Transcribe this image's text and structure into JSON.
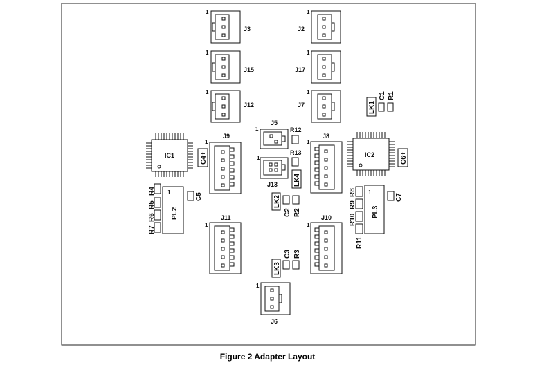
{
  "caption": "Figure 2 Adapter Layout",
  "pin1_marker": "1",
  "labels": {
    "J3": "J3",
    "J2": "J2",
    "J15": "J15",
    "J17": "J17",
    "J12": "J12",
    "J7": "J7",
    "J5": "J5",
    "J8": "J8",
    "J9": "J9",
    "J13": "J13",
    "J11": "J11",
    "J10": "J10",
    "J6": "J6",
    "IC1": "IC1",
    "IC2": "IC2",
    "PL2": "PL2",
    "PL3": "PL3",
    "C1": "C1",
    "R1": "R1",
    "LK1": "LK1",
    "R12": "R12",
    "R13": "R13",
    "LK4": "LK4",
    "C4": "C4+",
    "C6": "C6+",
    "R4": "R4",
    "R5": "R5",
    "R6": "R6",
    "R7": "R7",
    "C5": "C5",
    "R8": "R8",
    "R9": "R9",
    "R10": "R10",
    "R11": "R11",
    "C7": "C7",
    "LK2": "LK2",
    "C2": "C2",
    "R2": "R2",
    "LK3": "LK3",
    "C3": "C3",
    "R3": "R3"
  }
}
